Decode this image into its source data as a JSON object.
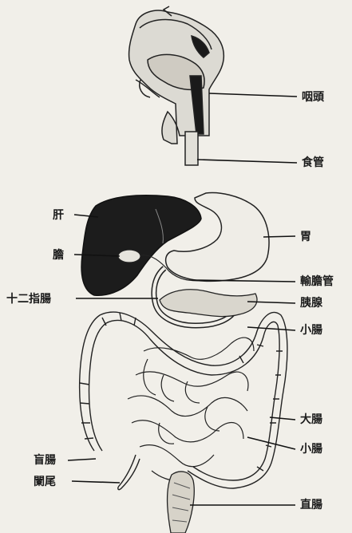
{
  "labels": {
    "pharynx": "咽頭",
    "esophagus": "食管",
    "liver": "肝",
    "gallbladder": "膽",
    "stomach": "胃",
    "bile_duct": "輸膽管",
    "duodenum": "十二指腸",
    "pancreas": "胰腺",
    "small_intestine_upper": "小腸",
    "large_intestine": "大腸",
    "small_intestine_lower": "小腸",
    "cecum": "盲腸",
    "appendix": "闌尾",
    "rectum": "直腸"
  }
}
